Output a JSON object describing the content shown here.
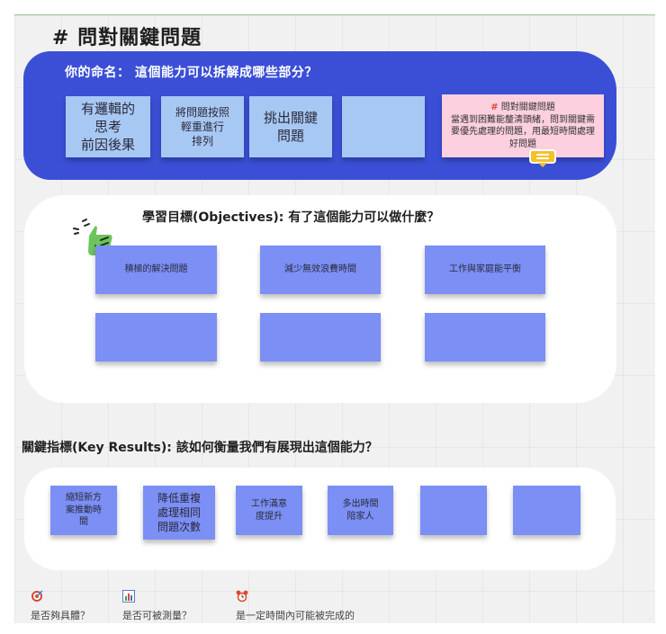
{
  "page": {
    "title": "# 問對關鍵問題"
  },
  "naming_section": {
    "prompt": "你的命名： 這個能力可以拆解成哪些部分？",
    "stickies": [
      {
        "text": "有邏輯的\n思考\n前因後果"
      },
      {
        "text": "將問題按照\n輕重進行\n排列"
      },
      {
        "text": "挑出關鍵\n問題"
      },
      {
        "text": ""
      }
    ],
    "definition_sticky": {
      "hash": "#",
      "heading": "問對關鍵問題",
      "body": "當遇到困難能釐清頭緒，問到關鍵需要優先處理的問題，用最短時間處理好問題"
    },
    "comment_icon": "comment-icon"
  },
  "objectives_section": {
    "title": "學習目標(Objectives): 有了這個能力可以做什麼？",
    "icon": "thumbs-up-icon",
    "stickies": [
      {
        "text": "積極的解決問題"
      },
      {
        "text": "減少無效浪費時間"
      },
      {
        "text": "工作與家庭能平衡"
      },
      {
        "text": ""
      },
      {
        "text": ""
      },
      {
        "text": ""
      }
    ]
  },
  "key_results_section": {
    "title": "關鍵指標(Key Results): 該如何衡量我們有展現出這個能力？",
    "stickies": [
      {
        "text": "縮短新方\n案推動時\n間"
      },
      {
        "text": "降低重複\n處理相同\n問題次數"
      },
      {
        "text": "工作滿意\n度提升"
      },
      {
        "text": "多出時間\n陪家人"
      },
      {
        "text": ""
      },
      {
        "text": ""
      }
    ]
  },
  "legend": [
    {
      "icon": "target-icon",
      "label": "是否夠具體？"
    },
    {
      "icon": "bar-chart-icon",
      "label": "是否可被測量？"
    },
    {
      "icon": "alarm-clock-icon",
      "label": "是一定時間內可能被完成的"
    }
  ],
  "colors": {
    "blue_panel": "#3b4fd6",
    "light_sticky": "#a8c8f4",
    "pink_sticky": "#fcd0df",
    "violet_sticky": "#7b8ff5",
    "thumb_green": "#6cc45a",
    "comment_yellow": "#f4c12e"
  }
}
